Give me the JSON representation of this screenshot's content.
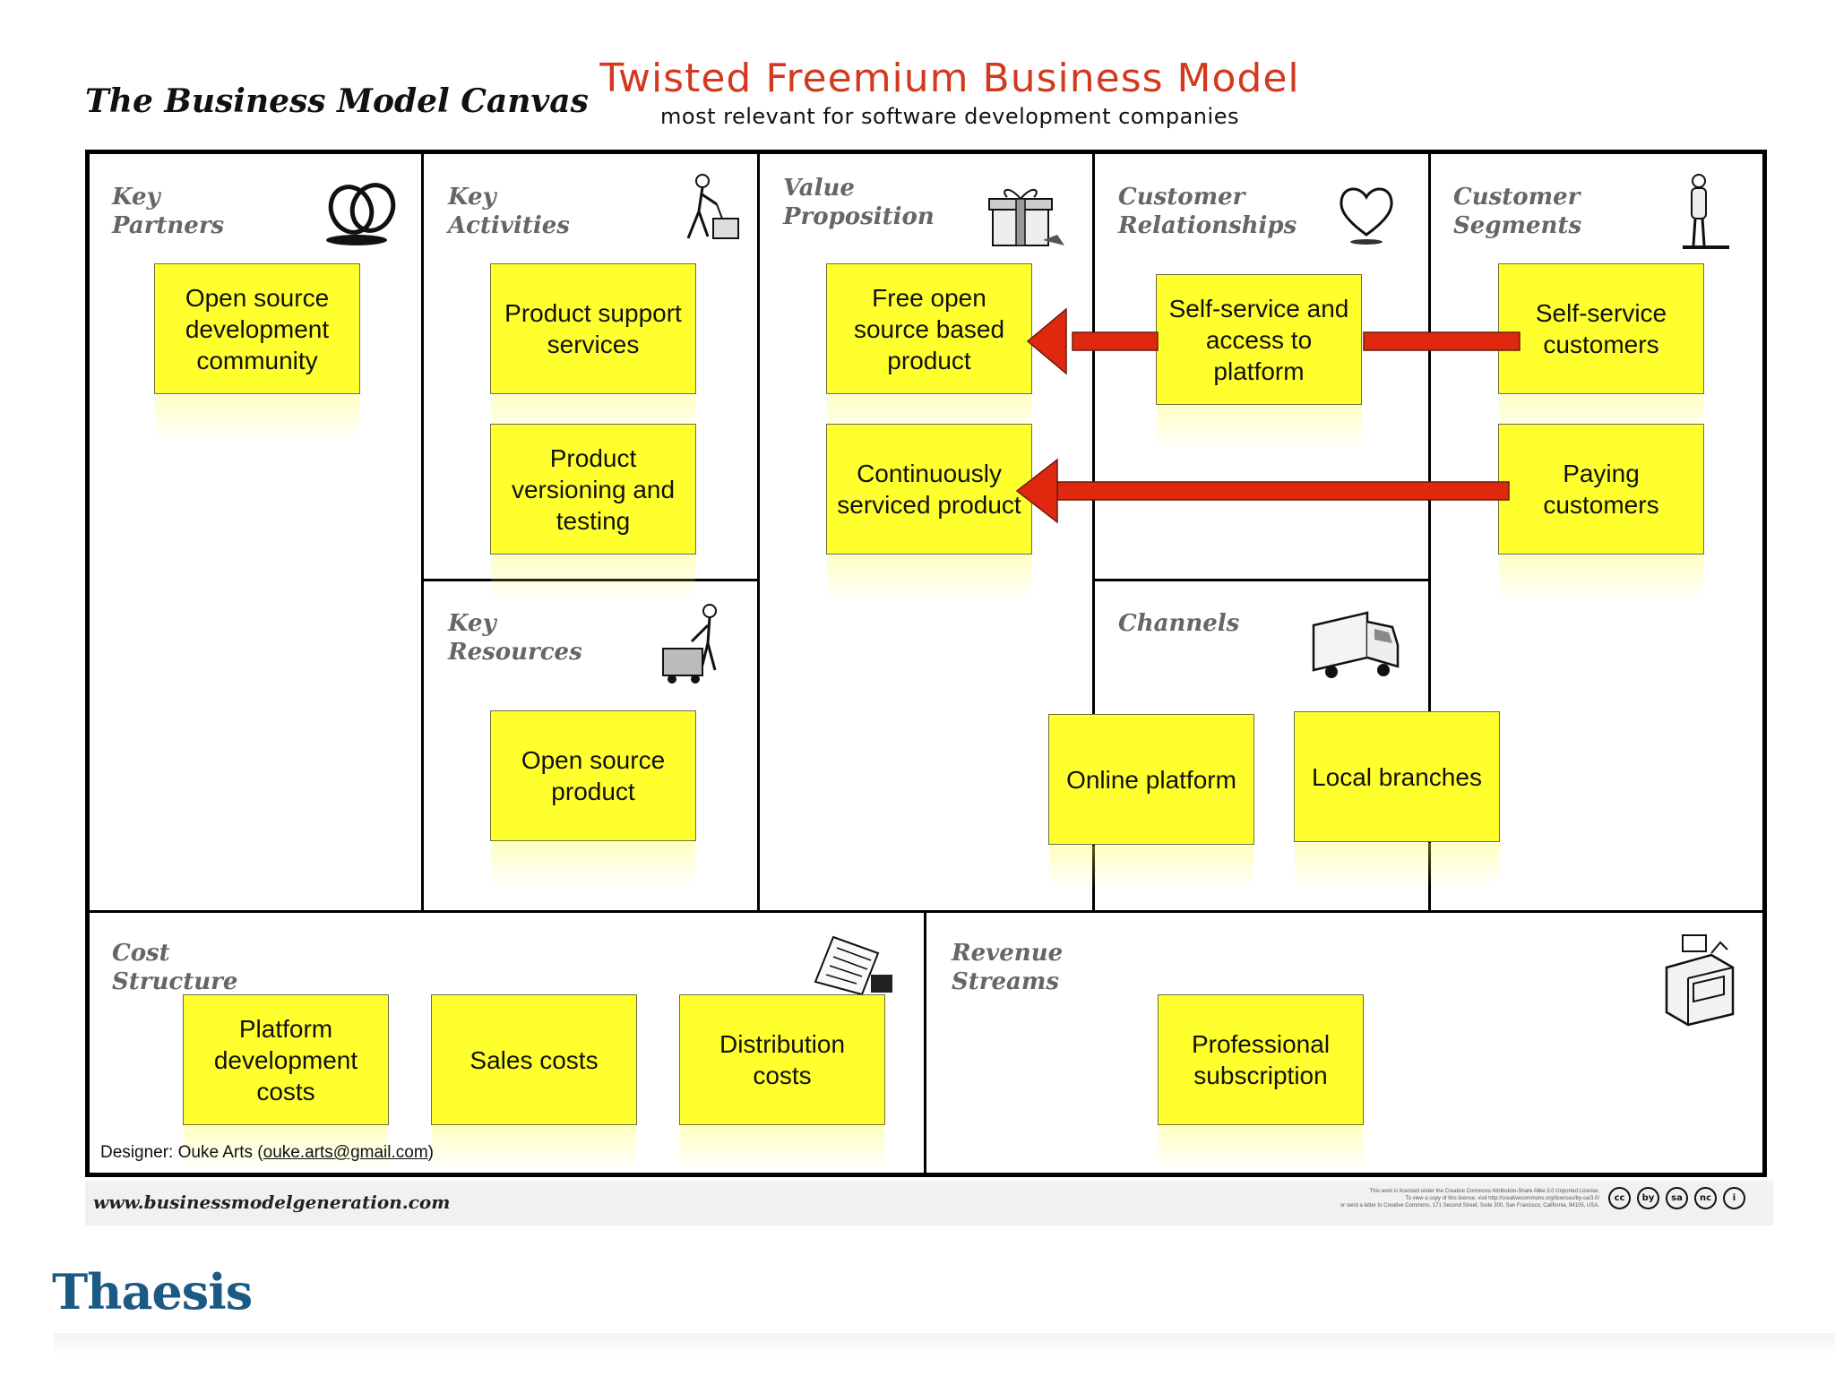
{
  "header": {
    "canvas_title": "The Business Model Canvas",
    "model_title": "Twisted Freemium Business Model",
    "model_subtitle": "most relevant for software development companies"
  },
  "blocks": {
    "key_partners": {
      "label": "Key\nPartners",
      "icon": "rings-icon"
    },
    "key_activities": {
      "label": "Key\nActivities",
      "icon": "worker-pushing-icon"
    },
    "key_resources": {
      "label": "Key\nResources",
      "icon": "worker-cart-icon"
    },
    "value_proposition": {
      "label": "Value\nProposition",
      "icon": "gift-box-icon"
    },
    "customer_relationships": {
      "label": "Customer\nRelationships",
      "icon": "heart-icon"
    },
    "channels": {
      "label": "Channels",
      "icon": "truck-icon"
    },
    "customer_segments": {
      "label": "Customer\nSegments",
      "icon": "person-icon"
    },
    "cost_structure": {
      "label": "Cost\nStructure",
      "icon": "receipt-icon"
    },
    "revenue_streams": {
      "label": "Revenue\nStreams",
      "icon": "cash-register-icon"
    }
  },
  "notes": {
    "open_source_community": "Open source development community",
    "product_support": "Product support services",
    "product_versioning": "Product versioning and testing",
    "open_source_product": "Open source product",
    "free_product": "Free open source based product",
    "continuous_product": "Continuously serviced product",
    "self_service_platform": "Self-service and access to platform",
    "online_platform": "Online platform",
    "local_branches": "Local branches",
    "self_service_customers": "Self-service customers",
    "paying_customers": "Paying customers",
    "platform_costs": "Platform development costs",
    "sales_costs": "Sales costs",
    "distribution_costs": "Distribution costs",
    "professional_subscription": "Professional subscription"
  },
  "colors": {
    "note": "#ffff2e",
    "arrow": "#e0280f",
    "title": "#d23a1f",
    "logo": "#1c5a86"
  },
  "footer": {
    "designer_prefix": "Designer: Ouke Arts (",
    "designer_email": "ouke.arts@gmail.com",
    "designer_suffix": ")",
    "url": "www.businessmodelgeneration.com",
    "license_1": "This work is licensed under the Creative Commons Attribution-Share Alike 3.0 Unported License.",
    "license_2": "To view a copy of this license, visit http://creativecommons.org/licenses/by-sa/3.0/",
    "license_3": "or send a letter to Creative Commons, 171 Second Street, Suite 300, San Francisco, California, 94105, USA.",
    "cc_icons": [
      "cc",
      "by",
      "sa",
      "nc",
      "i"
    ],
    "logo": "Thaesis"
  }
}
